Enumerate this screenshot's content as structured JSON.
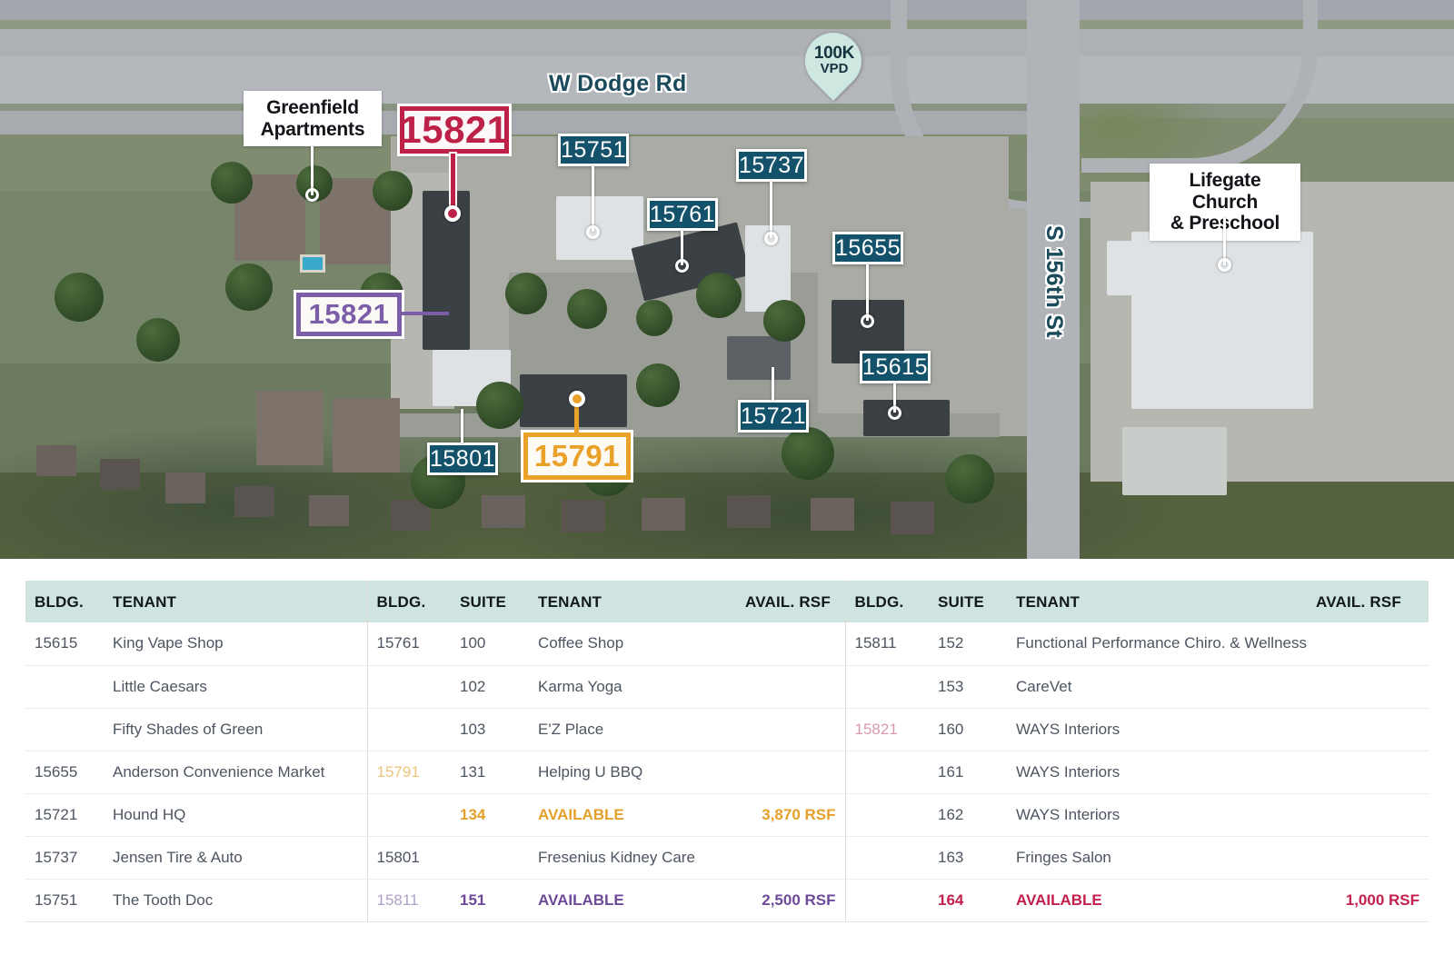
{
  "map": {
    "road_labels": [
      {
        "name": "w-dodge-rd",
        "text": "W Dodge Rd"
      },
      {
        "name": "s-156th-st",
        "text": "S 156th St"
      }
    ],
    "callouts": [
      {
        "name": "greenfield-apartments",
        "text": "Greenfield\nApartments"
      },
      {
        "name": "lifegate-church",
        "text": "Lifegate Church\n& Preschool"
      }
    ],
    "traffic_pin": {
      "count": "100K",
      "unit": "VPD"
    },
    "building_markers": [
      {
        "id": "15821-crimson",
        "label": "15821",
        "color": "#bd2148",
        "style": "crimson"
      },
      {
        "id": "15821-purple",
        "label": "15821",
        "color": "#7b5ea7",
        "style": "purple"
      },
      {
        "id": "15791-orange",
        "label": "15791",
        "color": "#e9a129",
        "style": "orange"
      },
      {
        "id": "15751",
        "label": "15751",
        "color": "#14526b",
        "style": "teal"
      },
      {
        "id": "15761",
        "label": "15761",
        "color": "#14526b",
        "style": "teal"
      },
      {
        "id": "15737",
        "label": "15737",
        "color": "#14526b",
        "style": "teal"
      },
      {
        "id": "15655",
        "label": "15655",
        "color": "#14526b",
        "style": "teal"
      },
      {
        "id": "15615",
        "label": "15615",
        "color": "#14526b",
        "style": "teal"
      },
      {
        "id": "15721",
        "label": "15721",
        "color": "#14526b",
        "style": "teal"
      },
      {
        "id": "15801",
        "label": "15801",
        "color": "#14526b",
        "style": "teal"
      }
    ]
  },
  "table": {
    "accent_header_bg": "#cfe4e0",
    "columns": {
      "left": [
        "BLDG.",
        "TENANT"
      ],
      "middle": [
        "BLDG.",
        "SUITE",
        "TENANT",
        "AVAIL. RSF"
      ],
      "right": [
        "BLDG.",
        "SUITE",
        "TENANT",
        "AVAIL. RSF"
      ]
    },
    "rows": [
      {
        "left": {
          "bldg": "15615",
          "tenant": "King Vape Shop"
        },
        "middle": {
          "bldg": "15761",
          "suite": "100",
          "tenant": "Coffee Shop",
          "rsf": ""
        },
        "right": {
          "bldg": "15811",
          "suite": "152",
          "tenant": "Functional Performance Chiro. & Wellness",
          "rsf": ""
        }
      },
      {
        "left": {
          "bldg": "",
          "tenant": "Little Caesars"
        },
        "middle": {
          "bldg": "",
          "suite": "102",
          "tenant": "Karma Yoga",
          "rsf": ""
        },
        "right": {
          "bldg": "",
          "suite": "153",
          "tenant": "CareVet",
          "rsf": ""
        }
      },
      {
        "left": {
          "bldg": "",
          "tenant": "Fifty Shades of Green"
        },
        "middle": {
          "bldg": "",
          "suite": "103",
          "tenant": "E'Z Place",
          "rsf": ""
        },
        "right": {
          "bldg": "15821",
          "suite": "160",
          "tenant": "WAYS Interiors",
          "rsf": ""
        }
      },
      {
        "left": {
          "bldg": "15655",
          "tenant": "Anderson Convenience Market"
        },
        "middle": {
          "bldg": "15791",
          "suite": "131",
          "tenant": "Helping U BBQ",
          "rsf": ""
        },
        "right": {
          "bldg": "",
          "suite": "161",
          "tenant": "WAYS Interiors",
          "rsf": ""
        }
      },
      {
        "left": {
          "bldg": "15721",
          "tenant": "Hound HQ"
        },
        "middle": {
          "bldg": "",
          "suite": "134",
          "tenant": "AVAILABLE",
          "rsf": "3,870 RSF"
        },
        "right": {
          "bldg": "",
          "suite": "162",
          "tenant": "WAYS Interiors",
          "rsf": ""
        }
      },
      {
        "left": {
          "bldg": "15737",
          "tenant": "Jensen Tire & Auto"
        },
        "middle": {
          "bldg": "15801",
          "suite": "",
          "tenant": "Fresenius Kidney Care",
          "rsf": ""
        },
        "right": {
          "bldg": "",
          "suite": "163",
          "tenant": "Fringes Salon",
          "rsf": ""
        }
      },
      {
        "left": {
          "bldg": "15751",
          "tenant": "The Tooth Doc"
        },
        "middle": {
          "bldg": "15811",
          "suite": "151",
          "tenant": "AVAILABLE",
          "rsf": "2,500 RSF"
        },
        "right": {
          "bldg": "",
          "suite": "164",
          "tenant": "AVAILABLE",
          "rsf": "1,000 RSF"
        }
      }
    ]
  }
}
